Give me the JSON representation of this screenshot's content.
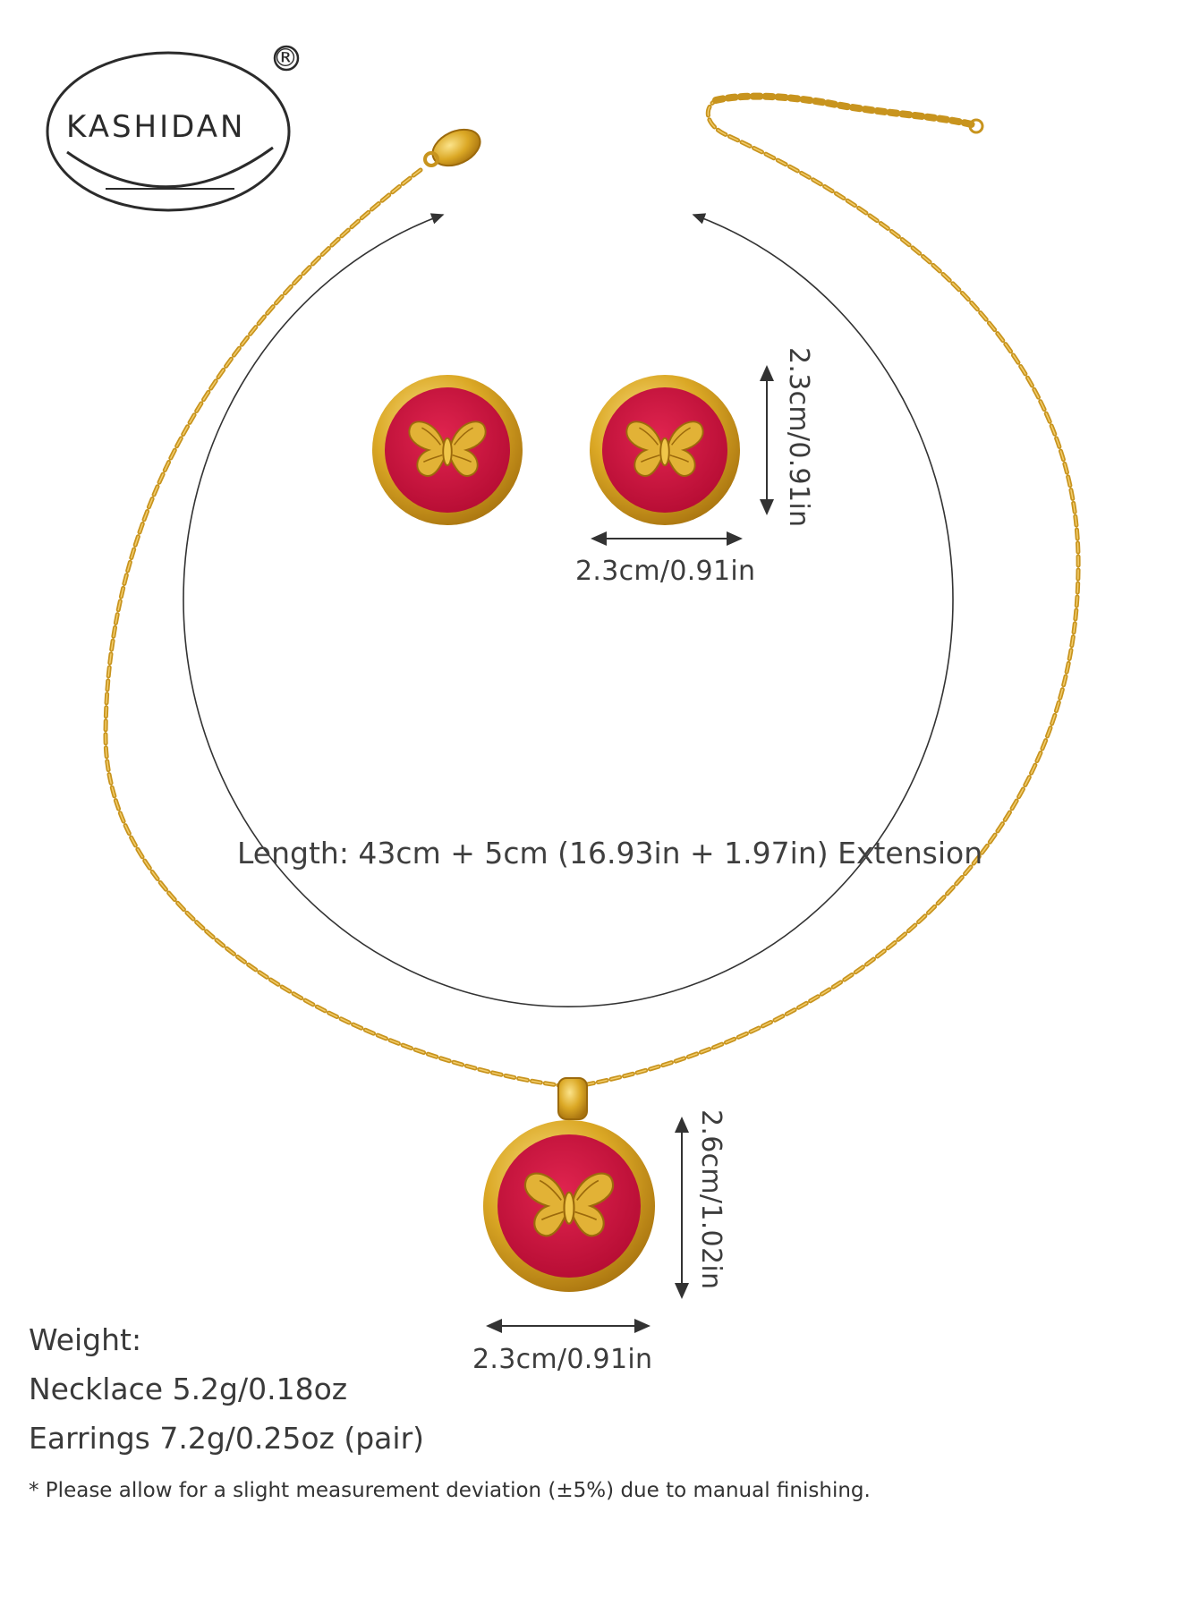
{
  "brand": {
    "name": "KASHIDAN",
    "registered_mark": "®"
  },
  "necklace": {
    "length_label": "Length: 43cm + 5cm (16.93in + 1.97in) Extension",
    "pendant_height_label": "2.6cm/1.02in",
    "pendant_width_label": "2.3cm/0.91in"
  },
  "earrings": {
    "height_label": "2.3cm/0.91in",
    "width_label": "2.3cm/0.91in"
  },
  "weight": {
    "title": "Weight:",
    "necklace": "Necklace 5.2g/0.18oz",
    "earrings": "Earrings 7.2g/0.25oz (pair)"
  },
  "note": "* Please allow for a slight measurement deviation (±5%) due to manual finishing.",
  "colors": {
    "gold": "#d9a21f",
    "enamel": "#c8113a",
    "text": "#3a3a3a"
  }
}
